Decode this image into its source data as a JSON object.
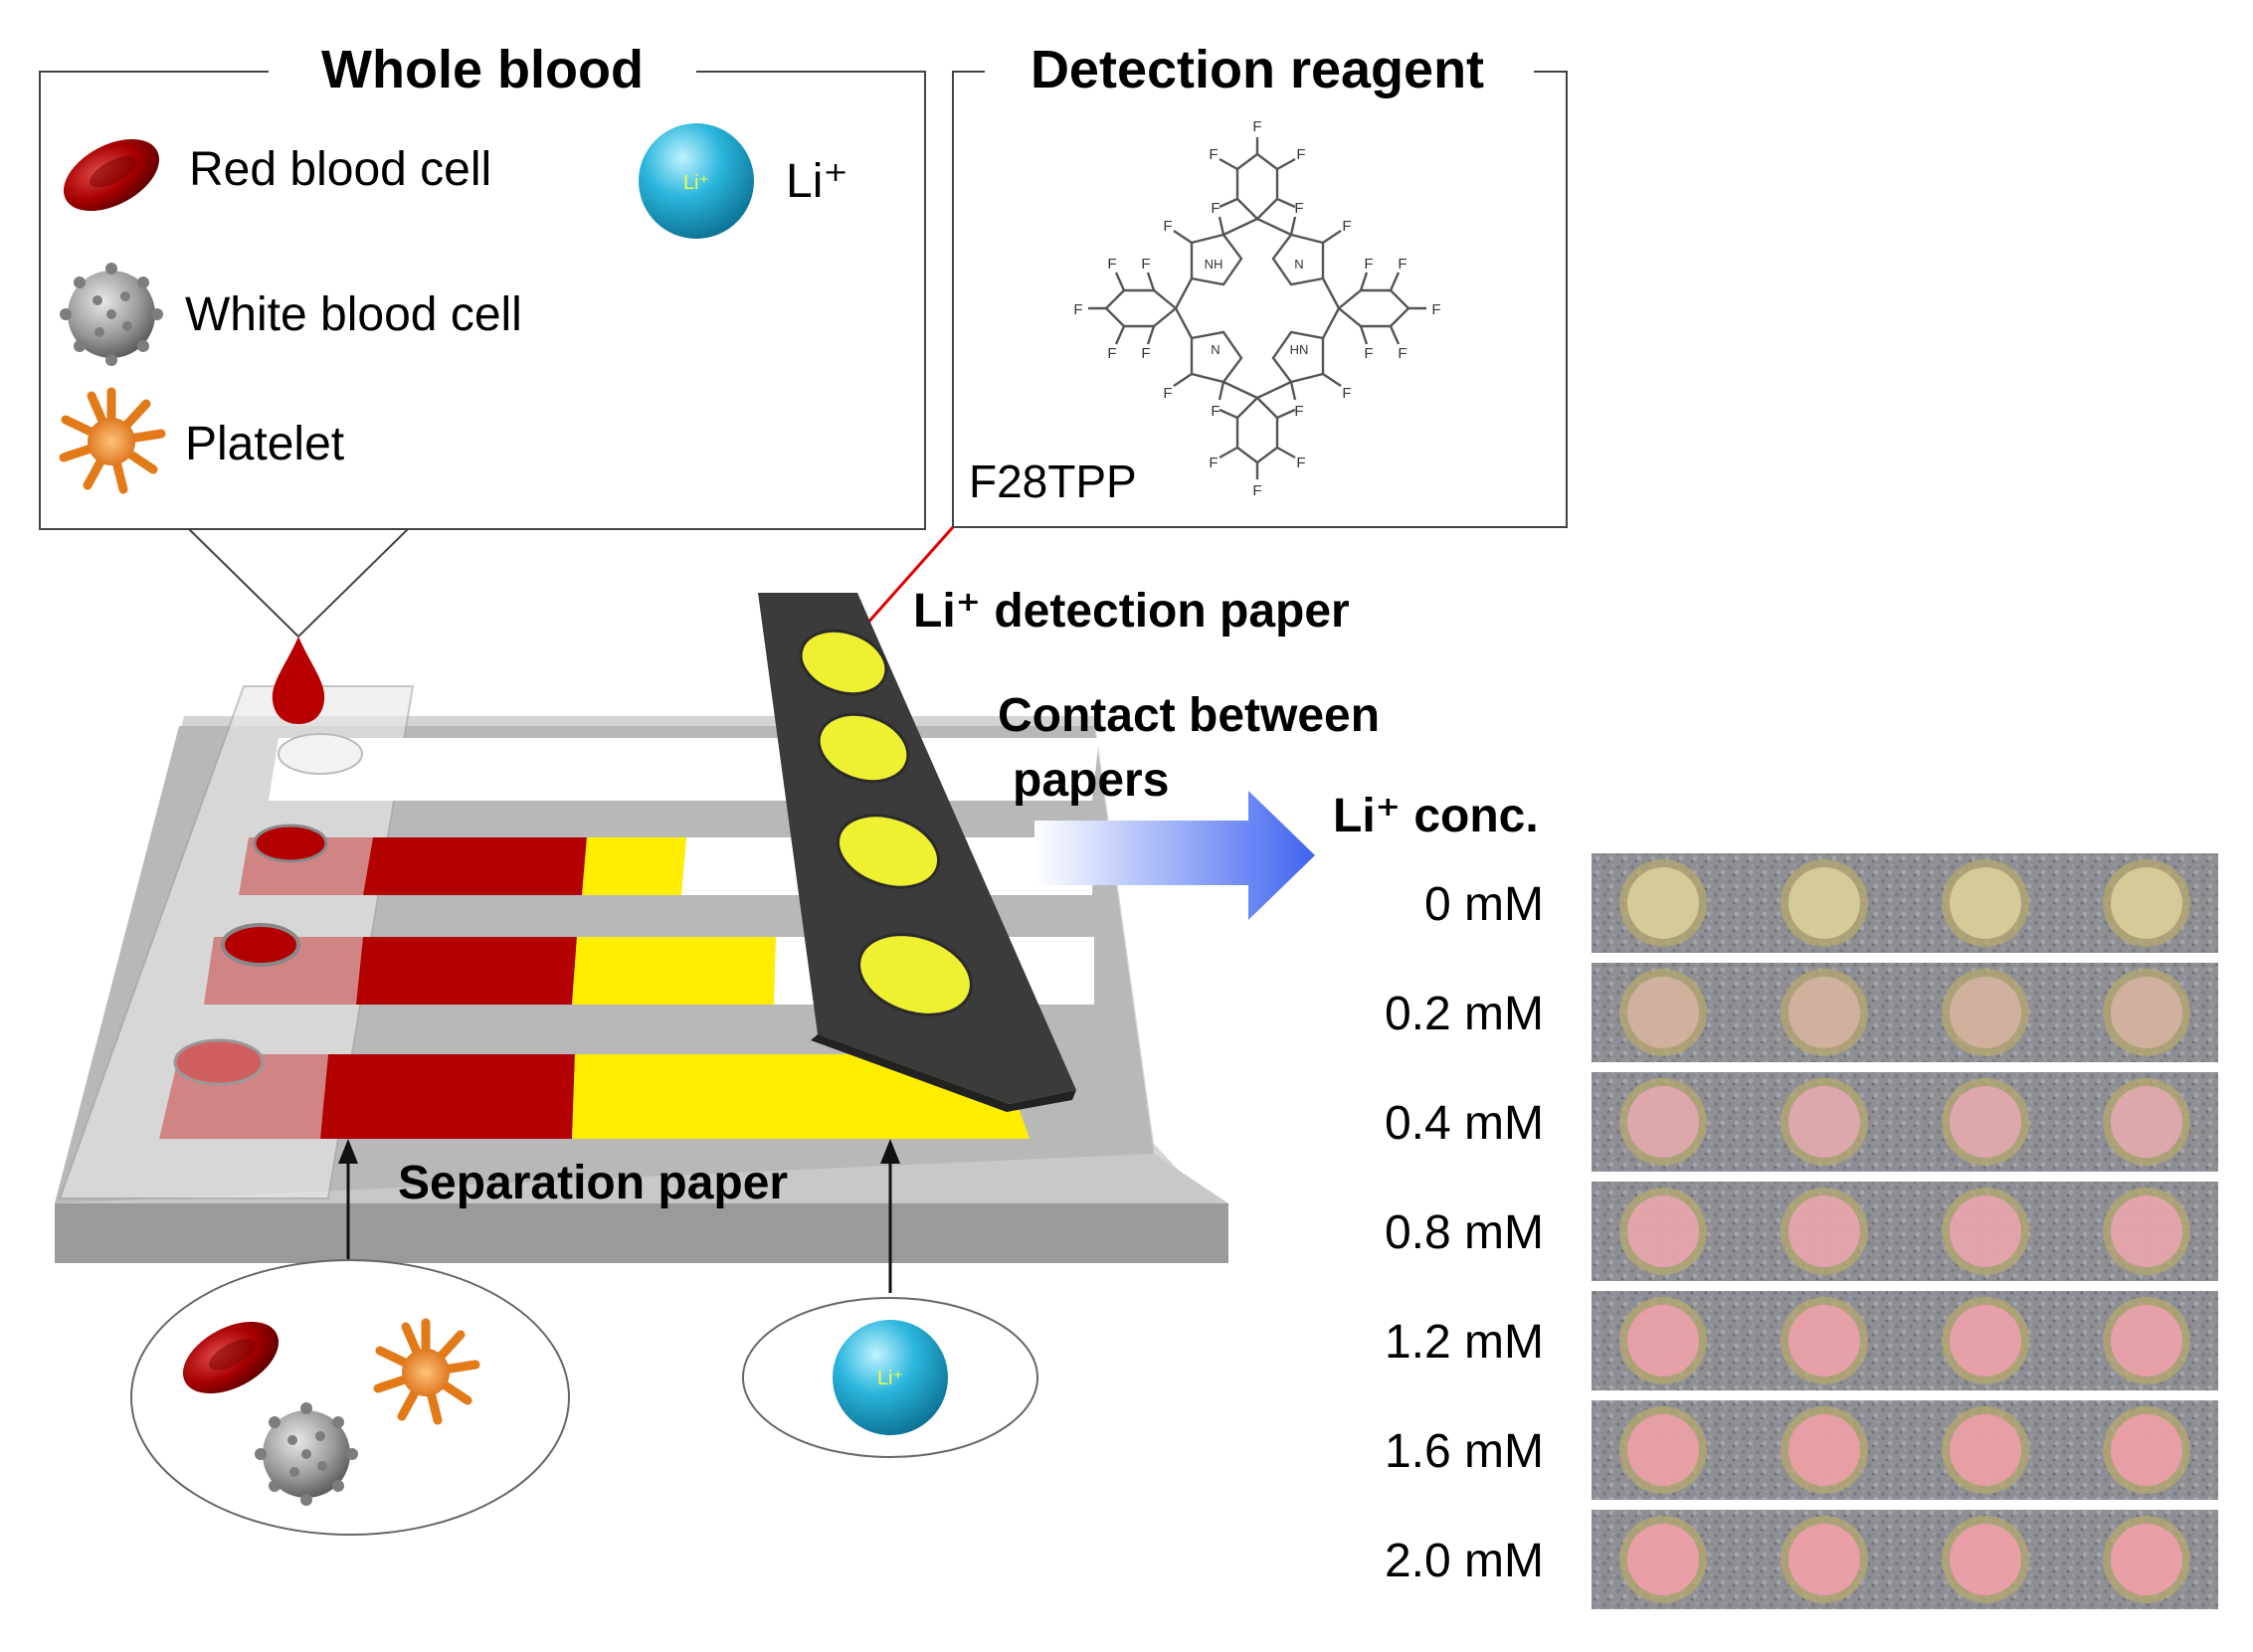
{
  "legend": {
    "whole_blood_title": "Whole blood",
    "red_blood_cell": "Red blood cell",
    "white_blood_cell": "White blood cell",
    "platelet": "Platelet",
    "li_ion": "Li⁺",
    "li_symbol": "Li⁺"
  },
  "reagent": {
    "title": "Detection reagent",
    "compound": "F28TPP",
    "atoms": {
      "F": "F",
      "NH": "NH",
      "N": "N",
      "HN": "HN"
    }
  },
  "device": {
    "detection_paper_label": "Li⁺ detection paper",
    "contact_label_line1": "Contact between",
    "contact_label_line2": "papers",
    "separation_paper_label": "Separation paper"
  },
  "results": {
    "header": "Li⁺ conc.",
    "concentrations": [
      "0 mM",
      "0.2 mM",
      "0.4 mM",
      "0.8 mM",
      "1.2 mM",
      "1.6 mM",
      "2.0 mM"
    ],
    "spot_colors": [
      "#d8cf9c",
      "#d4b3a2",
      "#e2a9b1",
      "#e8a4b0",
      "#eba0ad",
      "#ec9ea9",
      "#ee9eaa"
    ]
  },
  "colors": {
    "blood_red": "#b30000",
    "reagent_yellow": "#ffee00",
    "device_gray": "#b5b5b5",
    "detection_paper": "#3d3d3d",
    "li_cyan": "#19a8d0",
    "arrow_blue": "#4a6cf2",
    "platelet_orange": "#f08a24"
  }
}
